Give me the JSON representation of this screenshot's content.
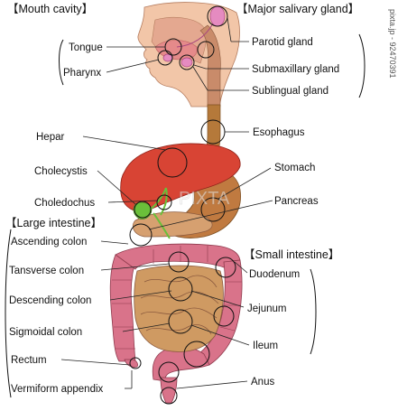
{
  "sections": {
    "mouth_cavity": "【Mouth cavity】",
    "salivary_gland": "【Major salivary gland】",
    "large_intestine": "【Large intestine】",
    "small_intestine": "【Small intestine】"
  },
  "labels": {
    "tongue": "Tongue",
    "pharynx": "Pharynx",
    "parotid": "Parotid gland",
    "submaxillary": "Submaxillary gland",
    "sublingual": "Sublingual gland",
    "hepar": "Hepar",
    "esophagus": "Esophagus",
    "cholecystis": "Cholecystis",
    "stomach": "Stomach",
    "choledochus": "Choledochus",
    "pancreas": "Pancreas",
    "ascending_colon": "Ascending colon",
    "tansverse_colon": "Tansverse colon",
    "duodenum": "Duodenum",
    "descending_colon": "Descending colon",
    "jejunum": "Jejunum",
    "sigmoidal_colon": "Sigmoidal colon",
    "ileum": "Ileum",
    "rectum": "Rectum",
    "vermiform_appendix": "Vermiform appendix",
    "anus": "Anus"
  },
  "watermark": {
    "text": "pixta.jp - 92470391",
    "center": "PIXTA"
  },
  "colors": {
    "skin": "#f2c6a8",
    "esophagus": "#b5793a",
    "liver": "#d84434",
    "stomach": "#c07a40",
    "gallbladder": "#6abf3a",
    "colon": "#d9738a",
    "small_intestine": "#cf9a62",
    "gland": "#e58bc0"
  }
}
